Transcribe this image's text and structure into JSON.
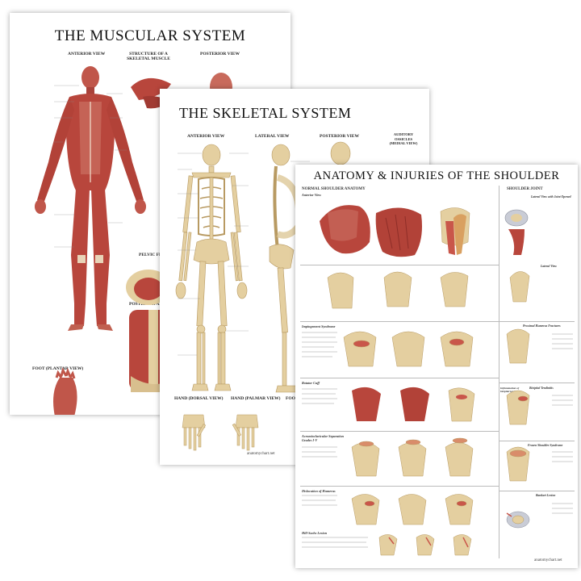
{
  "muscular": {
    "title": "THE MUSCULAR SYSTEM",
    "views": {
      "anterior": "ANTERIOR VIEW",
      "structure": "STRUCTURE OF A SKELETAL MUSCLE",
      "posterior": "POSTERIOR VIEW",
      "pelvic": "PELVIC FLOOR",
      "abdominal": "POSTERIOR ABDOMI",
      "foot": "FOOT (PLANTAR VIEW)"
    }
  },
  "skeletal": {
    "title": "THE SKELETAL SYSTEM",
    "views": {
      "anterior": "ANTERIOR VIEW",
      "lateral": "LATERAL VIEW",
      "posterior": "POSTERIOR VIEW",
      "ossicles": "AUDITORY OSSICLES (MEDIAL VIEW)",
      "hand_dorsal": "HAND (DORSAL VIEW)",
      "hand_palmar": "HAND (PALMAR VIEW)",
      "foot": "FOOT (D"
    },
    "footer": "anatomychart.net"
  },
  "shoulder": {
    "title": "ANATOMY & INJURIES OF THE SHOULDER",
    "sections": {
      "normal": "NORMAL SHOULDER ANATOMY",
      "normal_sub": "Anterior View",
      "joint": "SHOULDER JOINT"
    },
    "rows": [
      {
        "label": "Impingement Syndrome"
      },
      {
        "label": "Rotator Cuff"
      },
      {
        "label": "Acromioclavicular Separation Grades I-V"
      },
      {
        "label": "Dislocation of Humerus"
      },
      {
        "label": "Hill-Sachs Lesion"
      }
    ],
    "side_labels": {
      "lateral_view_open": "Lateral View with Joint Opened",
      "lateral_view": "Lateral View",
      "proximal": "Proximal Humerus Fractures",
      "tendinitis": "Bicipital Tendinitis",
      "inflammation": "Inflammation of bicipital tendon",
      "frozen": "Frozen Shoulder Syndrome",
      "bankart": "Bankart Lesion"
    },
    "footer": "anatomychart.net"
  },
  "colors": {
    "muscle": "#b8463c",
    "muscle_dark": "#8e2e28",
    "bone": "#e4cfa0",
    "bone_dark": "#b89a62",
    "cartilage": "#c9ccd6"
  }
}
